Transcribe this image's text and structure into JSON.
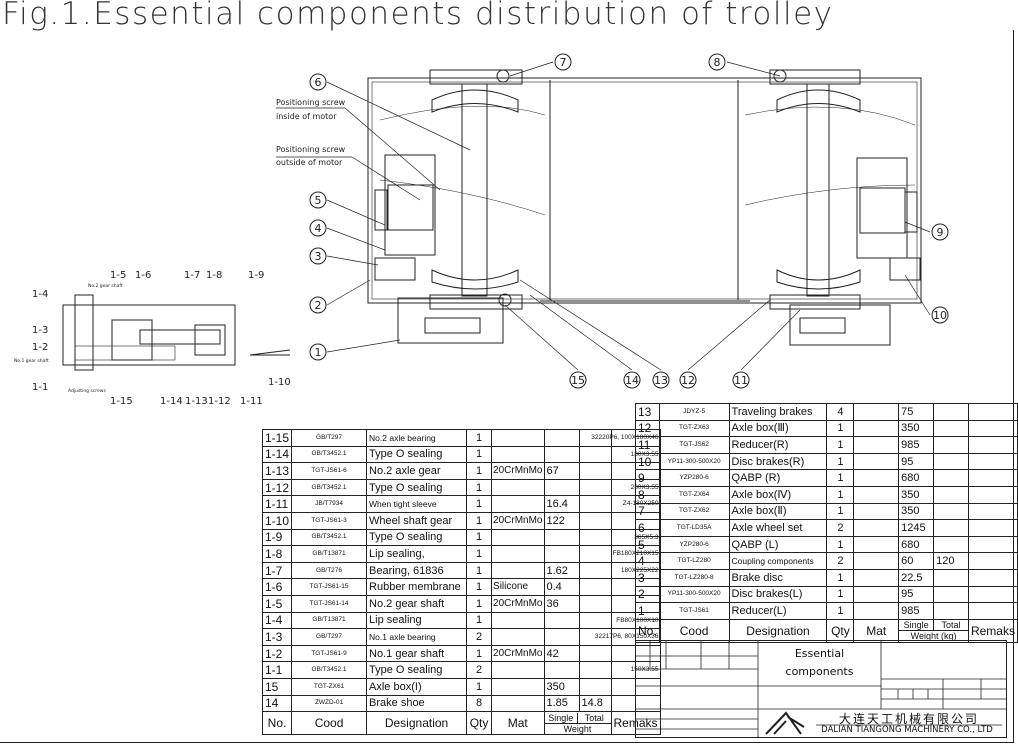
{
  "title": "Fig.1.Essential components distribution of trolley",
  "annotations": {
    "screw_inside": [
      "Positioning screw",
      "inside of motor"
    ],
    "screw_outside": [
      "Positioning screw",
      "outside of motor"
    ],
    "no2_gear_shaft": "No.2 gear shaft",
    "no1_gear_shaft": "No.1 gear shaft",
    "adjusting_screws": "Adjusting screws"
  },
  "callouts": [
    "1",
    "2",
    "3",
    "4",
    "5",
    "6",
    "7",
    "8",
    "9",
    "10",
    "11",
    "12",
    "13",
    "14",
    "15"
  ],
  "sub_callouts": [
    "1-1",
    "1-2",
    "1-3",
    "1-4",
    "1-5",
    "1-6",
    "1-7",
    "1-8",
    "1-9",
    "1-10",
    "1-11",
    "1-12",
    "1-13",
    "1-14",
    "1-15"
  ],
  "headers": {
    "no": "No.",
    "code": "Cood",
    "designation": "Designation",
    "qty": "Qty",
    "mat": "Mat",
    "single": "Single",
    "total": "Total",
    "weight": "Weight",
    "weight_kg": "Weight (kg)",
    "remarks": "Remaks"
  },
  "left_table": [
    {
      "no": "1-15",
      "code": "GB/T297",
      "des": "No.2 axle bearing",
      "qty": "1",
      "mat": "",
      "single": "",
      "total": "",
      "rem": "32220P6, 100X180X46"
    },
    {
      "no": "1-14",
      "code": "GB/T3452.1",
      "des": "Type O sealing",
      "qty": "1",
      "mat": "",
      "single": "",
      "total": "",
      "rem": "180X3.55"
    },
    {
      "no": "1-13",
      "code": "TGT-JS61-6",
      "des": "No.2 axle gear",
      "qty": "1",
      "mat": "20CrMnMo",
      "single": "67",
      "total": "",
      "rem": ""
    },
    {
      "no": "1-12",
      "code": "GB/T3452.1",
      "des": "Type O sealing",
      "qty": "1",
      "mat": "",
      "single": "",
      "total": "",
      "rem": "280X3.55"
    },
    {
      "no": "1-11",
      "code": "JB/T7934",
      "des": "When tight sleeve",
      "qty": "1",
      "mat": "",
      "single": "16.4",
      "total": "",
      "rem": "Z4-180X250"
    },
    {
      "no": "1-10",
      "code": "TGT-JS61-3",
      "des": "Wheel shaft gear",
      "qty": "1",
      "mat": "20CrMnMo",
      "single": "122",
      "total": "",
      "rem": ""
    },
    {
      "no": "1-9",
      "code": "GB/T3452.1",
      "des": "Type O sealing",
      "qty": "1",
      "mat": "",
      "single": "",
      "total": "",
      "rem": "365X5.3"
    },
    {
      "no": "1-8",
      "code": "GB/T13871",
      "des": "Lip sealing,",
      "qty": "1",
      "mat": "",
      "single": "",
      "total": "",
      "rem": "FB180X210X15"
    },
    {
      "no": "1-7",
      "code": "GB/T276",
      "des": "Bearing, 61836",
      "qty": "1",
      "mat": "",
      "single": "1.62",
      "total": "",
      "rem": "180X225X22"
    },
    {
      "no": "1-6",
      "code": "TGT-JS61-15",
      "des": "Rubber membrane",
      "qty": "1",
      "mat": "Silicone",
      "single": "0.4",
      "total": "",
      "rem": ""
    },
    {
      "no": "1-5",
      "code": "TGT-JS61-14",
      "des": "No.2 gear shaft",
      "qty": "1",
      "mat": "20CrMnMo",
      "single": "36",
      "total": "",
      "rem": ""
    },
    {
      "no": "1-4",
      "code": "GB/T13871",
      "des": "Lip sealing",
      "qty": "1",
      "mat": "",
      "single": "",
      "total": "",
      "rem": "FB80X100X10"
    },
    {
      "no": "1-3",
      "code": "GB/T297",
      "des": "No.1 axle bearing",
      "qty": "2",
      "mat": "",
      "single": "",
      "total": "",
      "rem": "32217P6, 80X150X36"
    },
    {
      "no": "1-2",
      "code": "TGT-JS61-9",
      "des": "No.1 gear shaft",
      "qty": "1",
      "mat": "20CrMnMo",
      "single": "42",
      "total": "",
      "rem": ""
    },
    {
      "no": "1-1",
      "code": "GB/T3452.1",
      "des": "Type O sealing",
      "qty": "2",
      "mat": "",
      "single": "",
      "total": "",
      "rem": "150X3.55"
    },
    {
      "no": "15",
      "code": "TGT-ZX61",
      "des": "Axle box(I)",
      "qty": "1",
      "mat": "",
      "single": "350",
      "total": "",
      "rem": ""
    },
    {
      "no": "14",
      "code": "ZWZD-01",
      "des": "Brake shoe",
      "qty": "8",
      "mat": "",
      "single": "1.85",
      "total": "14.8",
      "rem": ""
    }
  ],
  "right_table": [
    {
      "no": "13",
      "code": "JDYZ-5",
      "des": "Traveling brakes",
      "qty": "4",
      "mat": "",
      "single": "75",
      "total": "",
      "rem": ""
    },
    {
      "no": "12",
      "code": "TGT-ZX63",
      "des": "Axle box(Ⅲ)",
      "qty": "1",
      "mat": "",
      "single": "350",
      "total": "",
      "rem": ""
    },
    {
      "no": "11",
      "code": "TGT-JS62",
      "des": "Reducer(R)",
      "qty": "1",
      "mat": "",
      "single": "985",
      "total": "",
      "rem": ""
    },
    {
      "no": "10",
      "code": "YP11-300-500X20",
      "des": "Disc brakes(R)",
      "qty": "1",
      "mat": "",
      "single": "95",
      "total": "",
      "rem": ""
    },
    {
      "no": "9",
      "code": "YZP280-6",
      "des": "QABP (R)",
      "qty": "1",
      "mat": "",
      "single": "680",
      "total": "",
      "rem": ""
    },
    {
      "no": "8",
      "code": "TGT-ZX64",
      "des": "Axle box(Ⅳ)",
      "qty": "1",
      "mat": "",
      "single": "350",
      "total": "",
      "rem": ""
    },
    {
      "no": "7",
      "code": "TGT-ZX62",
      "des": "Axle box(Ⅱ)",
      "qty": "1",
      "mat": "",
      "single": "350",
      "total": "",
      "rem": ""
    },
    {
      "no": "6",
      "code": "TGT-LD35A",
      "des": "Axle wheel set",
      "qty": "2",
      "mat": "",
      "single": "1245",
      "total": "",
      "rem": ""
    },
    {
      "no": "5",
      "code": "YZP280-6",
      "des": "QABP (L)",
      "qty": "1",
      "mat": "",
      "single": "680",
      "total": "",
      "rem": ""
    },
    {
      "no": "4",
      "code": "TGT-LZ280",
      "des": "Coupling components",
      "qty": "2",
      "mat": "",
      "single": "60",
      "total": "120",
      "rem": ""
    },
    {
      "no": "3",
      "code": "TGT-LZ280-8",
      "des": "Brake disc",
      "qty": "1",
      "mat": "",
      "single": "22.5",
      "total": "",
      "rem": ""
    },
    {
      "no": "2",
      "code": "YP11-300-500X20",
      "des": "Disc brakes(L)",
      "qty": "1",
      "mat": "",
      "single": "95",
      "total": "",
      "rem": ""
    },
    {
      "no": "1",
      "code": "TGT-JS61",
      "des": "Reducer(L)",
      "qty": "1",
      "mat": "",
      "single": "985",
      "total": "",
      "rem": ""
    }
  ],
  "title_block": {
    "drawing_name": [
      "Essential",
      "components"
    ],
    "company_cn": "大连天工机械有限公司",
    "company_en": "DALIAN TIANGONG MACHINERY CO., LTD"
  }
}
